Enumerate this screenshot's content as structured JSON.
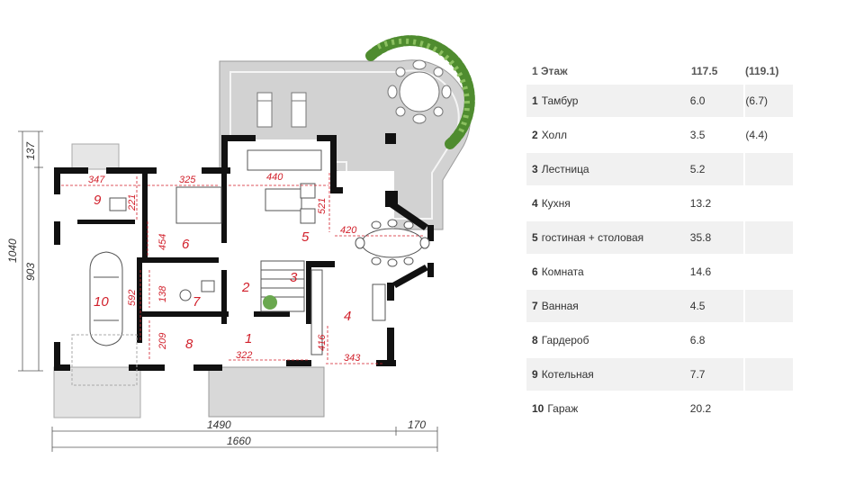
{
  "table": {
    "header": {
      "label": "1 Этаж",
      "area": "117.5",
      "total": "(119.1)"
    },
    "rooms": [
      {
        "num": "1",
        "name": "Тамбур",
        "area": "6.0",
        "total": "(6.7)"
      },
      {
        "num": "2",
        "name": "Холл",
        "area": "3.5",
        "total": "(4.4)"
      },
      {
        "num": "3",
        "name": "Лестница",
        "area": "5.2",
        "total": ""
      },
      {
        "num": "4",
        "name": "Кухня",
        "area": "13.2",
        "total": ""
      },
      {
        "num": "5",
        "name": "гостиная + столовая",
        "area": "35.8",
        "total": ""
      },
      {
        "num": "6",
        "name": "Комната",
        "area": "14.6",
        "total": ""
      },
      {
        "num": "7",
        "name": "Ванная",
        "area": "4.5",
        "total": ""
      },
      {
        "num": "8",
        "name": "Гардероб",
        "area": "6.8",
        "total": ""
      },
      {
        "num": "9",
        "name": "Котельная",
        "area": "7.7",
        "total": ""
      },
      {
        "num": "10",
        "name": "Гараж",
        "area": "20.2",
        "total": ""
      }
    ]
  },
  "plan": {
    "room_numbers": [
      "1",
      "2",
      "3",
      "4",
      "5",
      "6",
      "7",
      "8",
      "9",
      "10"
    ],
    "inner_dims": [
      "347",
      "325",
      "440",
      "521",
      "420",
      "221",
      "454",
      "592",
      "138",
      "209",
      "322",
      "416",
      "343"
    ],
    "outer_dims": {
      "h_total": "1660",
      "h_main": "1490",
      "h_ext": "170",
      "v_total": "1040",
      "v_main": "903",
      "v_top": "137"
    }
  },
  "colors": {
    "wall": "#111111",
    "accent": "#d11f2a",
    "terrace": "#d3d3d3",
    "shrub": "#4f8c2f"
  }
}
